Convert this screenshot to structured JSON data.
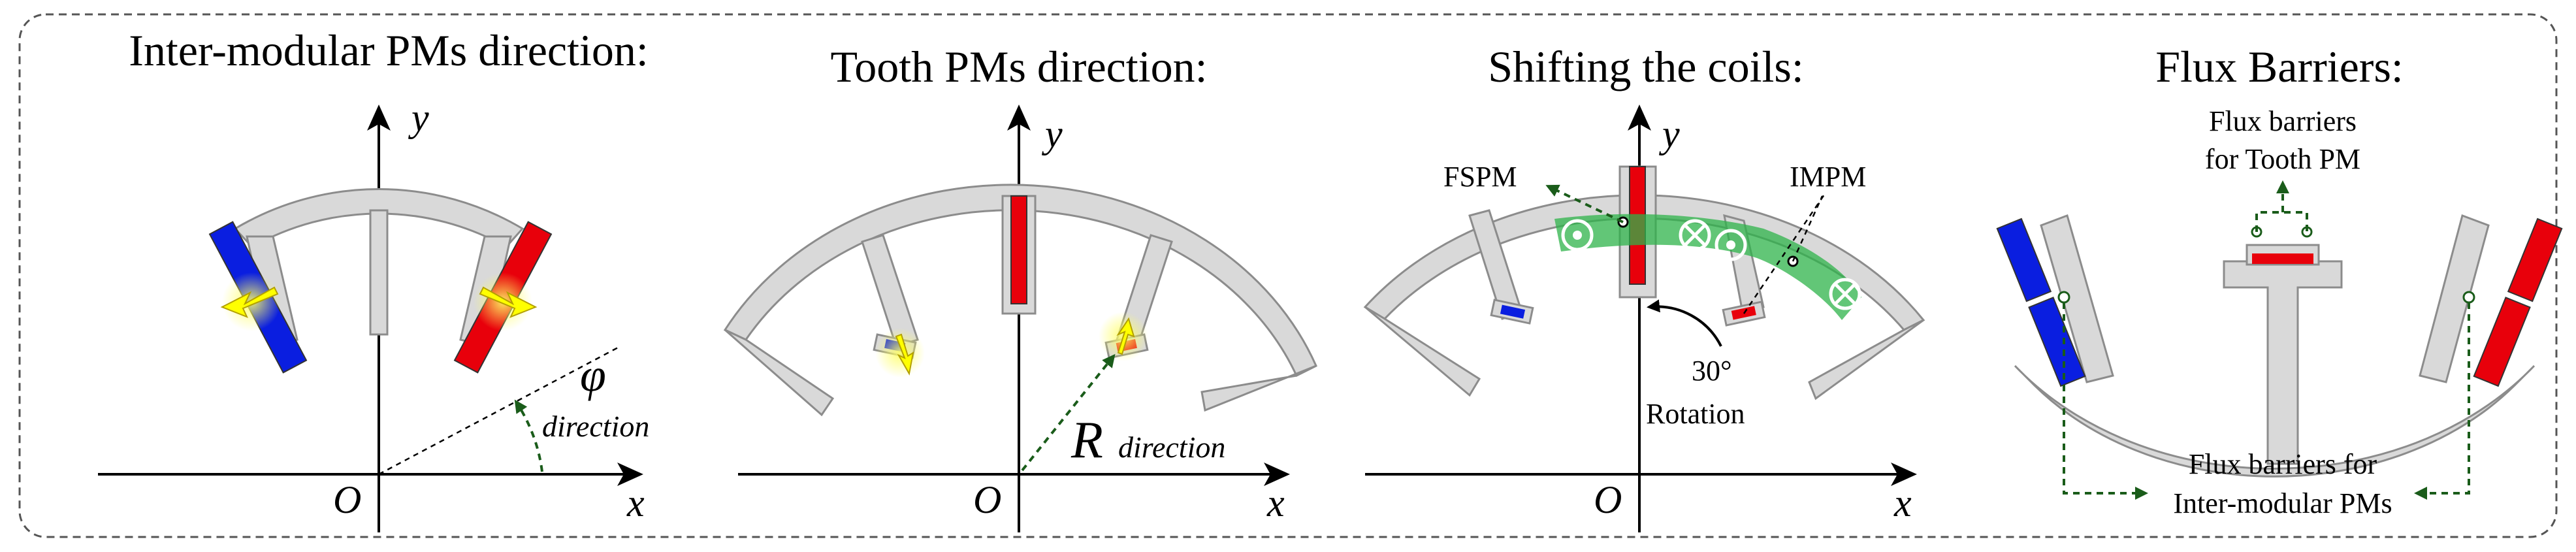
{
  "panels": [
    {
      "title": "Inter-modular PMs direction:",
      "x_label": "x",
      "y_label": "y",
      "origin_label": "O",
      "angle_symbol": "φ",
      "angle_label": "direction"
    },
    {
      "title": "Tooth PMs direction:",
      "x_label": "x",
      "y_label": "y",
      "origin_label": "O",
      "radial_symbol": "R",
      "radial_label": "direction"
    },
    {
      "title": "Shifting the coils:",
      "x_label": "x",
      "y_label": "y",
      "origin_label": "O",
      "fspm_label": "FSPM",
      "impm_label": "IMPM",
      "angle_value": "30°",
      "rotation_label": "Rotation"
    },
    {
      "title": "Flux Barriers:",
      "tooth_barrier_line1": "Flux barriers",
      "tooth_barrier_line2": "for Tooth PM",
      "inter_barrier_line1": "Flux barriers for",
      "inter_barrier_line2": "Inter-modular PMs"
    }
  ],
  "colors": {
    "magnet_red": "#e8000b",
    "magnet_blue": "#0a1ee0",
    "arrow_yellow": "#ffff00",
    "iron_fill": "#d9d9d9",
    "iron_stroke": "#8c8c8c",
    "guide_green": "#1a5c1a",
    "coil_green": "#2db34a"
  }
}
